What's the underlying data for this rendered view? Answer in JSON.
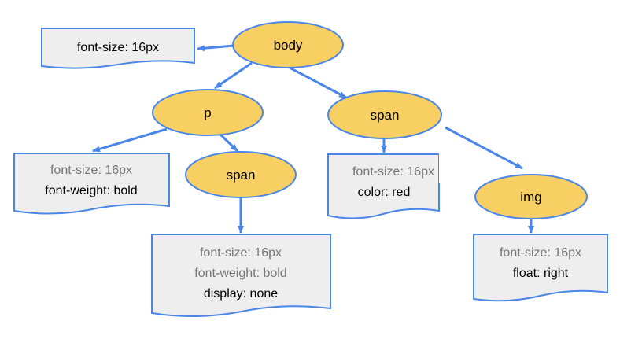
{
  "colors": {
    "node_fill": "#f7cf63",
    "node_stroke": "#4a86e8",
    "box_fill": "#eeeeee",
    "box_stroke": "#4a86e8",
    "edge": "#4a86e8",
    "inherited_text": "#757575",
    "own_text": "#000000"
  },
  "nodes": {
    "body": "body",
    "p": "p",
    "span_1": "span",
    "span_2": "span",
    "img": "img"
  },
  "styles": {
    "body": {
      "own": [
        "font-size: 16px"
      ]
    },
    "p": {
      "inherited": [
        "font-size: 16px"
      ],
      "own": [
        "font-weight: bold"
      ]
    },
    "span_1": {
      "inherited": [
        "font-size: 16px",
        "font-weight: bold"
      ],
      "own": [
        "display: none"
      ]
    },
    "span_2": {
      "inherited": [
        "font-size: 16px"
      ],
      "own": [
        "color: red"
      ]
    },
    "img": {
      "inherited": [
        "font-size: 16px"
      ],
      "own": [
        "float: right"
      ]
    }
  }
}
